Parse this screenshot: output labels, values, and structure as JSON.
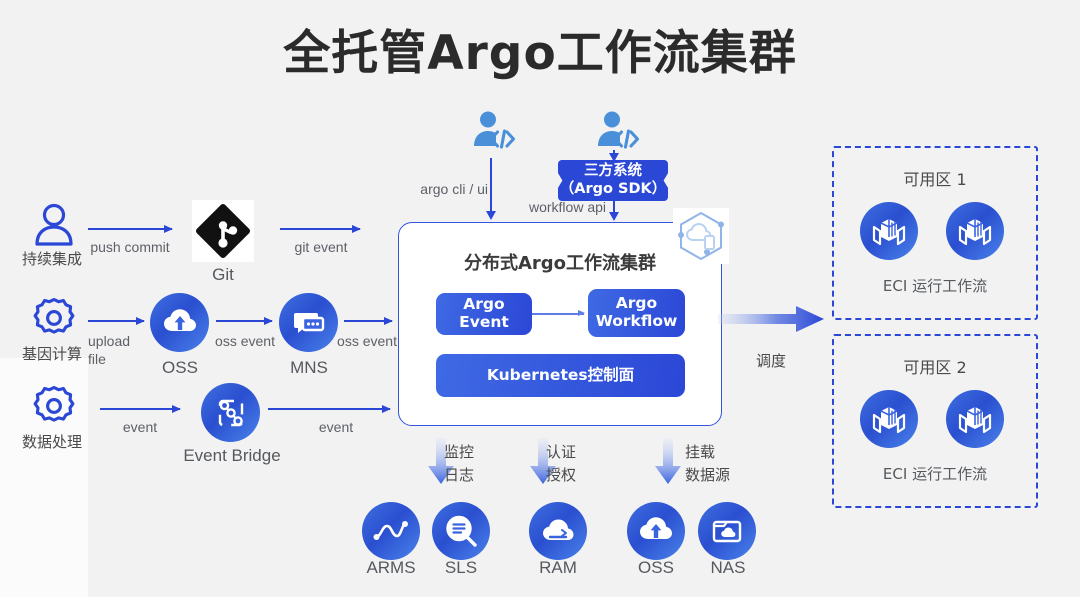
{
  "title": "全托管Argo工作流集群",
  "sources": [
    {
      "id": "ci",
      "label": "持续集成",
      "icon": "user-icon"
    },
    {
      "id": "genomics",
      "label": "基因计算",
      "icon": "gear-icon"
    },
    {
      "id": "data-processing",
      "label": "数据处理",
      "icon": "gear-icon"
    }
  ],
  "source_arrows": [
    {
      "id": "push-commit",
      "label": "push commit"
    },
    {
      "id": "upload-file",
      "label": "upload file"
    },
    {
      "id": "event",
      "label": "event"
    }
  ],
  "middleware": [
    {
      "id": "git",
      "label": "Git",
      "icon": "git-icon"
    },
    {
      "id": "oss",
      "label": "OSS",
      "icon": "cloud-upload-icon"
    },
    {
      "id": "mns",
      "label": "MNS",
      "icon": "message-icon"
    },
    {
      "id": "event-bridge",
      "label": "Event Bridge",
      "icon": "event-bridge-icon"
    }
  ],
  "middleware_arrows": [
    {
      "id": "git-event",
      "label": "git event"
    },
    {
      "id": "oss-event-1",
      "label": "oss event"
    },
    {
      "id": "oss-event-2",
      "label": "oss event"
    },
    {
      "id": "eb-event",
      "label": "event"
    }
  ],
  "developers": [
    {
      "id": "dev-cli",
      "icon": "developer-icon"
    },
    {
      "id": "dev-sdk",
      "icon": "developer-icon"
    }
  ],
  "entrypoints": {
    "cli_label": "argo cli / ui",
    "sdk_box_line1": "三方系统",
    "sdk_box_line2": "（Argo SDK）",
    "api_label": "workflow api"
  },
  "cluster": {
    "title": "分布式Argo工作流集群",
    "argo_event": "Argo Event",
    "argo_workflow": "Argo\nWorkflow",
    "argo_workflow_line1": "Argo",
    "argo_workflow_line2": "Workflow",
    "kubernetes": "Kubernetes控制面",
    "badge_icon": "cloud-hexagon-icon"
  },
  "schedule": {
    "label": "调度"
  },
  "zones": [
    {
      "id": "zone-1",
      "title": "可用区 1",
      "caption": "ECI 运行工作流",
      "icon": "container-icon",
      "count": 2
    },
    {
      "id": "zone-2",
      "title": "可用区 2",
      "caption": "ECI 运行工作流",
      "icon": "container-icon",
      "count": 2
    }
  ],
  "bottom_arrows": [
    {
      "id": "monitor-log",
      "line1": "监控",
      "line2": "日志"
    },
    {
      "id": "auth",
      "line1": "认证",
      "line2": "授权"
    },
    {
      "id": "mount-data",
      "line1": "挂载",
      "line2": "数据源"
    }
  ],
  "bottom_services": [
    {
      "id": "arms",
      "label": "ARMS",
      "icon": "metrics-line-icon"
    },
    {
      "id": "sls",
      "label": "SLS",
      "icon": "log-search-icon"
    },
    {
      "id": "ram",
      "label": "RAM",
      "icon": "cloud-shield-icon"
    },
    {
      "id": "oss-bottom",
      "label": "OSS",
      "icon": "cloud-upload-icon"
    },
    {
      "id": "nas",
      "label": "NAS",
      "icon": "nas-folder-icon"
    }
  ],
  "colors": {
    "background": "#f2f2f3",
    "primary_blue": "#2b47d6",
    "accent_blue": "#3f6ae4",
    "light_blue": "#4a90d9",
    "title_text": "#2b2b2b",
    "label_text": "#55595e"
  }
}
